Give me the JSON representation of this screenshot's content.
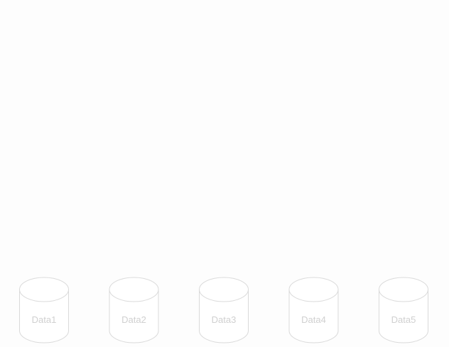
{
  "diagram": {
    "nodes": [
      {
        "label": "Data1",
        "shape": "database-cylinder"
      },
      {
        "label": "Data2",
        "shape": "database-cylinder"
      },
      {
        "label": "Data3",
        "shape": "database-cylinder"
      },
      {
        "label": "Data4",
        "shape": "database-cylinder"
      },
      {
        "label": "Data5",
        "shape": "database-cylinder"
      }
    ]
  },
  "colors": {
    "background": "#fdfdfd",
    "stroke": "#dadada",
    "label": "#d0d0d0"
  }
}
